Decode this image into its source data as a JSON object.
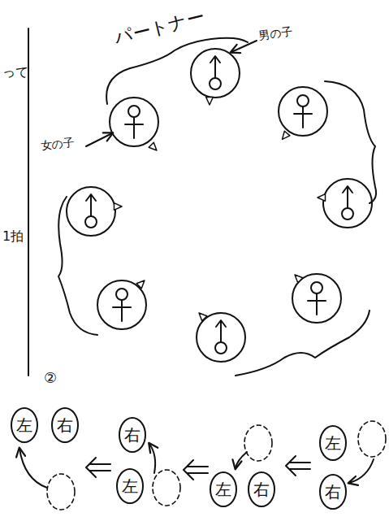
{
  "diagram": {
    "nodes": [
      {
        "text": [
          "左"
        ]
      },
      {
        "text": [
          "右"
        ]
      },
      {
        "text": [
          "右"
        ]
      },
      {
        "text": [
          "左"
        ]
      },
      {
        "text": [
          "左"
        ]
      },
      {
        "text": [
          "右"
        ]
      },
      {
        "text": [
          "左"
        ]
      },
      {
        "text": [
          "右"
        ]
      }
    ],
    "labels": [
      "パートナー",
      "男の子",
      "女の子",
      "って",
      "1拍",
      "②"
    ]
  }
}
